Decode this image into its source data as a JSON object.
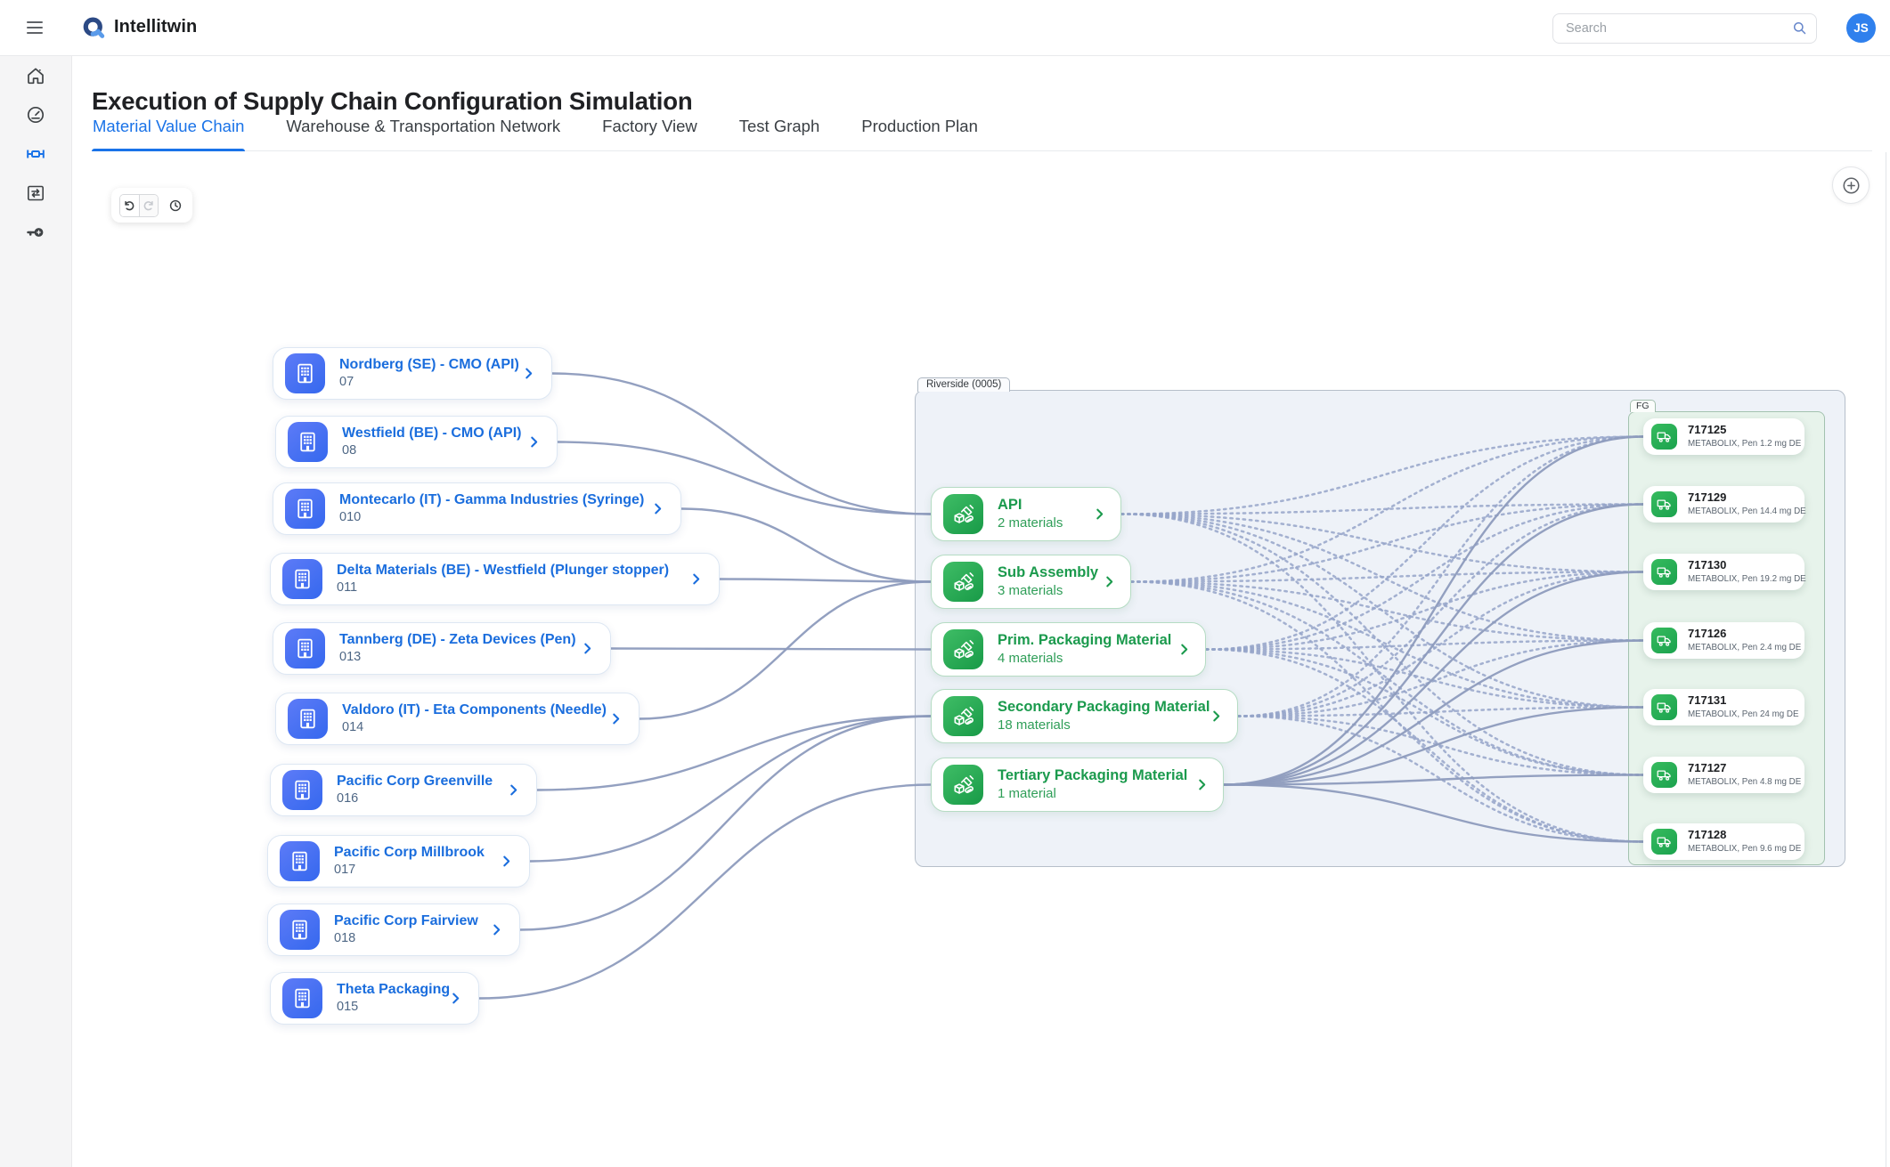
{
  "topbar": {
    "app_name": "Intellitwin",
    "search_placeholder": "Search",
    "avatar_initials": "JS"
  },
  "sidebar": {
    "items": [
      {
        "name": "home",
        "icon": "home-icon",
        "active": false
      },
      {
        "name": "dashboard",
        "icon": "gauge-icon",
        "active": false
      },
      {
        "name": "value-chain",
        "icon": "value-chain-icon",
        "active": true
      },
      {
        "name": "swap",
        "icon": "swap-icon",
        "active": false
      },
      {
        "name": "access",
        "icon": "key-icon",
        "active": false
      }
    ]
  },
  "page": {
    "title": "Execution of Supply Chain Configuration Simulation"
  },
  "tabs": [
    {
      "label": "Material Value Chain",
      "active": true
    },
    {
      "label": "Warehouse & Transportation Network",
      "active": false
    },
    {
      "label": "Factory View",
      "active": false
    },
    {
      "label": "Test Graph",
      "active": false
    },
    {
      "label": "Production Plan",
      "active": false
    }
  ],
  "canvas": {
    "toolbar": {
      "undo": "undo-icon",
      "redo": "redo-icon",
      "history": "history-icon"
    },
    "zoom_button_icon": "plus-circle-icon",
    "suppliers": [
      {
        "code": "07",
        "title": "Nordberg (SE) - CMO (API)"
      },
      {
        "code": "08",
        "title": "Westfield (BE) - CMO (API)"
      },
      {
        "code": "010",
        "title": "Montecarlo (IT) - Gamma Industries (Syringe)"
      },
      {
        "code": "011",
        "title": "Delta Materials (BE) - Westfield (Plunger stopper)"
      },
      {
        "code": "013",
        "title": "Tannberg (DE) - Zeta Devices (Pen)"
      },
      {
        "code": "014",
        "title": "Valdoro (IT) - Eta Components (Needle)"
      },
      {
        "code": "016",
        "title": "Pacific Corp Greenville"
      },
      {
        "code": "017",
        "title": "Pacific Corp Millbrook"
      },
      {
        "code": "018",
        "title": "Pacific Corp Fairview"
      },
      {
        "code": "015",
        "title": "Theta Packaging"
      }
    ],
    "plant": {
      "label": "Riverside (0005)",
      "materials": [
        {
          "id": "api",
          "title": "API",
          "subtitle": "2 materials"
        },
        {
          "id": "sub",
          "title": "Sub Assembly",
          "subtitle": "3 materials"
        },
        {
          "id": "prim",
          "title": "Prim. Packaging Material",
          "subtitle": "4 materials"
        },
        {
          "id": "sec",
          "title": "Secondary Packaging Material",
          "subtitle": "18 materials"
        },
        {
          "id": "tert",
          "title": "Tertiary Packaging Material",
          "subtitle": "1 material"
        }
      ]
    },
    "fg": {
      "label": "FG",
      "items": [
        {
          "title": "717125",
          "subtitle": "METABOLIX, Pen 1.2 mg DE"
        },
        {
          "title": "717129",
          "subtitle": "METABOLIX, Pen 14.4 mg DE"
        },
        {
          "title": "717130",
          "subtitle": "METABOLIX, Pen 19.2 mg DE"
        },
        {
          "title": "717126",
          "subtitle": "METABOLIX, Pen 2.4 mg DE"
        },
        {
          "title": "717131",
          "subtitle": "METABOLIX, Pen 24 mg DE"
        },
        {
          "title": "717127",
          "subtitle": "METABOLIX, Pen 4.8 mg DE"
        },
        {
          "title": "717128",
          "subtitle": "METABOLIX, Pen 9.6 mg DE"
        }
      ]
    },
    "edges": {
      "supplier_to_material": [
        [
          "07",
          "api"
        ],
        [
          "08",
          "api"
        ],
        [
          "010",
          "sub"
        ],
        [
          "011",
          "sub"
        ],
        [
          "014",
          "sub"
        ],
        [
          "013",
          "prim"
        ],
        [
          "016",
          "sec"
        ],
        [
          "017",
          "sec"
        ],
        [
          "018",
          "sec"
        ],
        [
          "015",
          "tert"
        ]
      ],
      "material_fans": [
        {
          "from": "api",
          "style": "dotted"
        },
        {
          "from": "sub",
          "style": "dotted"
        },
        {
          "from": "prim",
          "style": "dotted"
        },
        {
          "from": "sec",
          "style": "dotted"
        },
        {
          "from": "tert",
          "style": "solid"
        }
      ]
    }
  },
  "colors": {
    "accent": "#1a73e8",
    "supplier_blue": "#1a6ddd",
    "material_green": "#1b9a4d",
    "plant_panel": "#eef2f8",
    "fg_panel": "#e7f3eb",
    "edge": "#8d9bbd",
    "avatar": "#2f80ed"
  }
}
